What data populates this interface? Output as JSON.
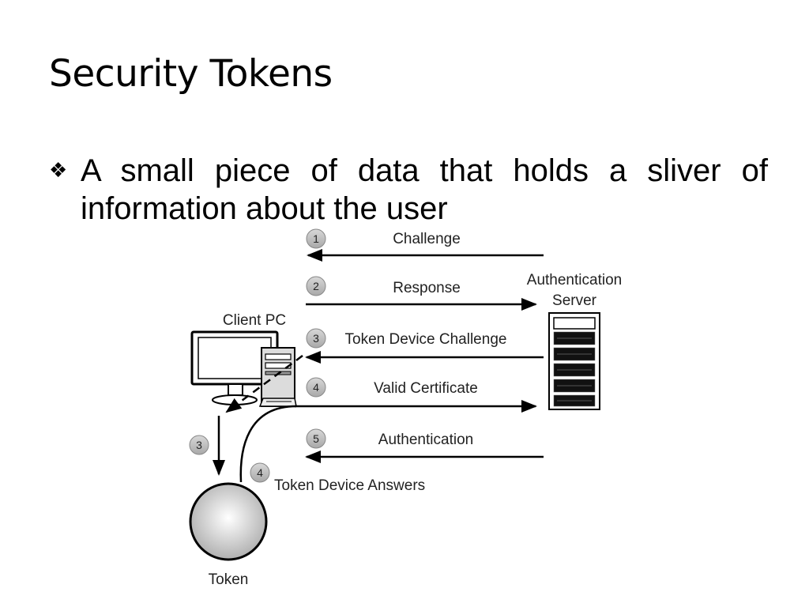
{
  "slide": {
    "title": "Security Tokens",
    "bullet": "A small piece of data that holds a sliver of information about the user",
    "bullet_marker_icon": "four-diamond-bullet-icon"
  },
  "diagram": {
    "nodes": {
      "client_pc": "Client PC",
      "auth_server_line1": "Authentication",
      "auth_server_line2": "Server",
      "token": "Token"
    },
    "steps": [
      {
        "num": "1",
        "label": "Challenge"
      },
      {
        "num": "2",
        "label": "Response"
      },
      {
        "num": "3",
        "label": "Token Device Challenge"
      },
      {
        "num": "4",
        "label": "Valid Certificate"
      },
      {
        "num": "5",
        "label": "Authentication"
      }
    ],
    "token_steps": [
      {
        "num": "3"
      },
      {
        "num": "4",
        "label": "Token Device Answers"
      }
    ],
    "colors": {
      "line": "#000000",
      "badge_fill": "#b8b8b8"
    }
  }
}
